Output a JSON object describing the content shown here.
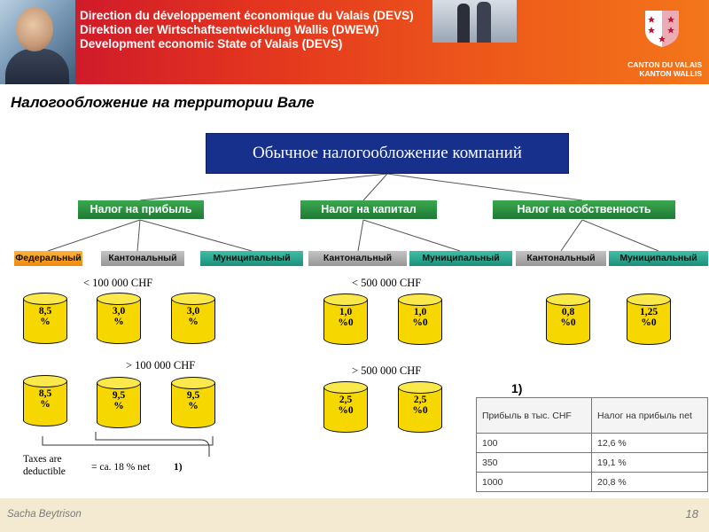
{
  "header": {
    "lines": [
      "Direction du développement économique du Valais (DEVS)",
      "Direktion der Wirtschaftsentwicklung Wallis (DWEW)",
      "Development economic State of Valais (DEVS)"
    ],
    "canton_line1": "CANTON DU VALAIS",
    "canton_line2": "KANTON WALLIS"
  },
  "page_title": "Налогообложение на территории Вале",
  "top_box": "Обычное налогообложение компаний",
  "categories": {
    "profit": "Налог на прибыль",
    "capital": "Налог на капитал",
    "property": "Налог на собственность"
  },
  "subcategories": {
    "federal": "Федеральный",
    "cantonal_profit": "Кантональный",
    "municipal_profit": "Муниципальный",
    "cantonal_capital": "Кантональный",
    "municipal_capital": "Муниципальный",
    "cantonal_property": "Кантональный",
    "municipal_property": "Муниципальный"
  },
  "thresholds": {
    "profit_low": "< 100 000 CHF",
    "profit_high": "> 100 000 CHF",
    "capital_low": "< 500 000 CHF",
    "capital_high": "> 500 000 CHF"
  },
  "rates": {
    "profit_low_federal": "8,5\n%",
    "profit_low_cantonal": "3,0\n%",
    "profit_low_municipal": "3,0\n%",
    "profit_high_federal": "8,5\n%",
    "profit_high_cantonal": "9,5\n%",
    "profit_high_municipal": "9,5\n%",
    "capital_low_cantonal": "1,0\n%0",
    "capital_low_municipal": "1,0\n%0",
    "capital_high_cantonal": "2,5\n%0",
    "capital_high_municipal": "2,5\n%0",
    "property_cantonal": "0,8\n%0",
    "property_municipal": "1,25\n%0"
  },
  "notes": {
    "deductible_line1": "Taxes are",
    "deductible_line2": "deductible",
    "net": "= ca. 18 % net",
    "net_ref": "1)"
  },
  "profit_table": {
    "label": "1)",
    "headers": [
      "Прибыль в тыс. CHF",
      "Налог на прибыль net"
    ],
    "rows": [
      [
        "100",
        "12,6 %"
      ],
      [
        "350",
        "19,1 %"
      ],
      [
        "1000",
        "20,8 %"
      ]
    ]
  },
  "footer": {
    "author": "Sacha Beytrison",
    "page_number": "18"
  },
  "colors": {
    "banner_red": "#c8102e",
    "banner_orange": "#f3761a",
    "title_box": "#16308c",
    "category_green": "#2a8f40",
    "cylinder_yellow": "#f6d800",
    "footer_bg": "#f4ead2"
  }
}
